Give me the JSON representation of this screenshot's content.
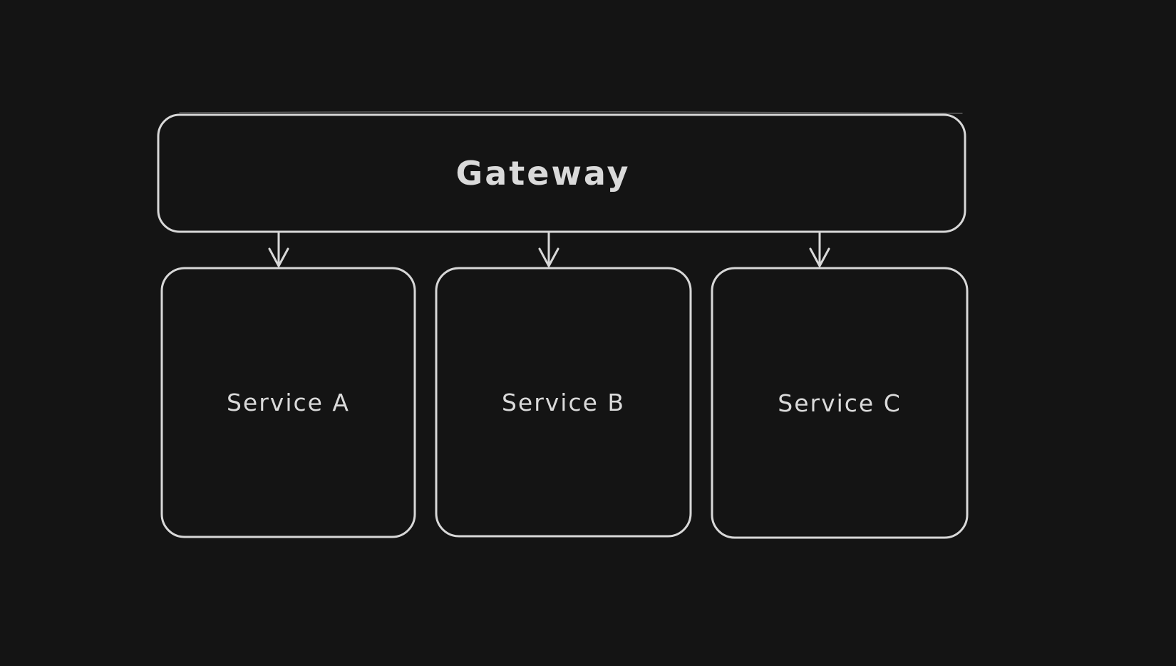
{
  "canvas": {
    "background_color": "#141414",
    "stroke_color": "#d8d8d8",
    "text_color": "#dadada"
  },
  "diagram": {
    "gateway": {
      "label": "Gateway"
    },
    "services": [
      {
        "label": "Service A"
      },
      {
        "label": "Service B"
      },
      {
        "label": "Service C"
      }
    ],
    "connections": [
      {
        "from": "Gateway",
        "to": "Service A"
      },
      {
        "from": "Gateway",
        "to": "Service B"
      },
      {
        "from": "Gateway",
        "to": "Service C"
      }
    ]
  }
}
